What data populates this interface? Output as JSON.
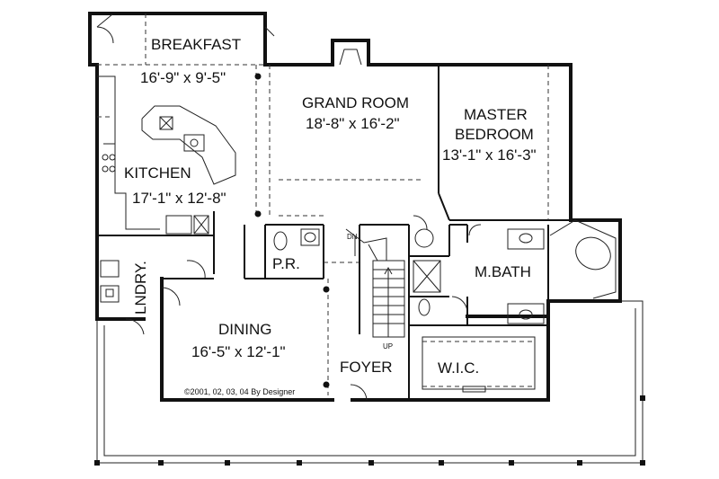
{
  "rooms": {
    "breakfast": {
      "name": "BREAKFAST",
      "dims": "16'-9\" x 9'-5\""
    },
    "grand_room": {
      "name": "GRAND ROOM",
      "dims": "18'-8\" x 16'-2\""
    },
    "master_bedroom": {
      "name_line1": "MASTER",
      "name_line2": "BEDROOM",
      "dims": "13'-1\" x 16'-3\""
    },
    "kitchen": {
      "name": "KITCHEN",
      "dims": "17'-1\" x 12'-8\""
    },
    "laundry": {
      "name": "LNDRY."
    },
    "powder_room": {
      "name": "P.R."
    },
    "master_bath": {
      "name": "M.BATH"
    },
    "dining": {
      "name": "DINING",
      "dims": "16'-5\" x 12'-1\""
    },
    "foyer": {
      "name": "FOYER"
    },
    "wic": {
      "name": "W.I.C."
    }
  },
  "stairs": {
    "direction_label": "UP",
    "down_label": "DN"
  },
  "copyright": "©2001, 02, 03, 04 By Designer"
}
